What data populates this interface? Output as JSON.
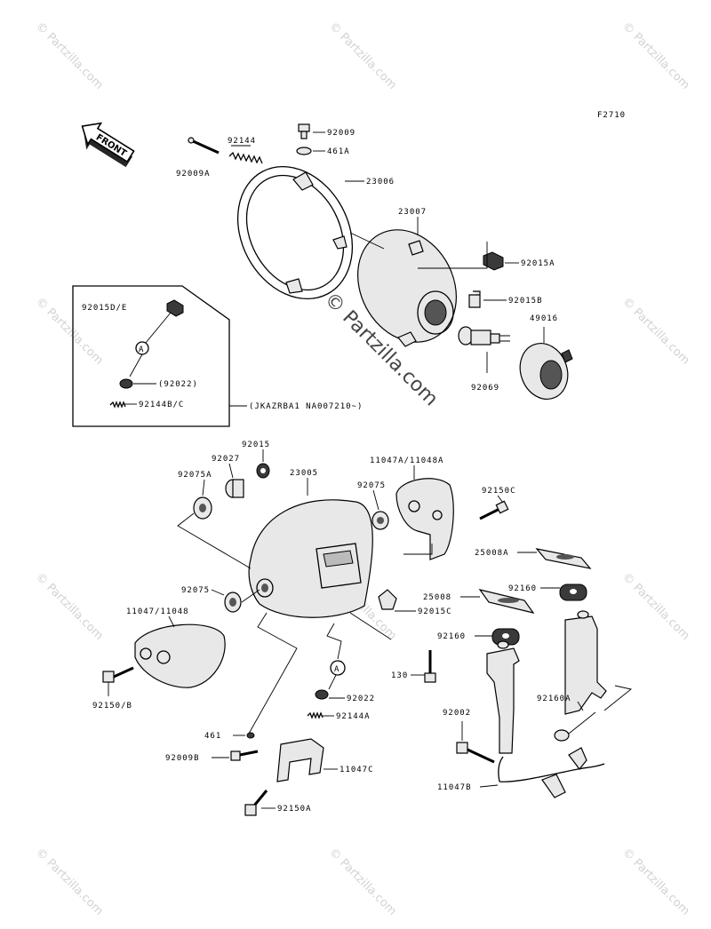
{
  "figure_code": "F2710",
  "front_label": "FRONT",
  "center_watermark": "© Partzilla.com",
  "tile_watermark": "© Partzilla.com",
  "serial_note": "(JKAZRBA1 NA007210~)",
  "callout_letter": "A",
  "labels": {
    "p92009": "92009",
    "p461a": "461A",
    "p92144": "92144",
    "p92009a": "92009A",
    "p23006": "23006",
    "p23007": "23007",
    "p92015a": "92015A",
    "p92015b": "92015B",
    "p49016": "49016",
    "p92069": "92069",
    "p92015de": "92015D/E",
    "p92022_paren": "(92022)",
    "p92144bc": "92144B/C",
    "p92015": "92015",
    "p92027": "92027",
    "p92075a": "92075A",
    "p23005": "23005",
    "p1104711048a": "11047A/11048A",
    "p92150c": "92150C",
    "p92075_top": "92075",
    "p25008a": "25008A",
    "p92075_left": "92075",
    "p25008": "25008",
    "p92160": "92160",
    "p1104711048": "11047/11048",
    "p92015c": "92015C",
    "p92160_b": "92160",
    "p130": "130",
    "p92150b": "92150/B",
    "p92022": "92022",
    "p92160a": "92160A",
    "p92144a": "92144A",
    "p92002": "92002",
    "p461": "461",
    "p92009b": "92009B",
    "p11047c": "11047C",
    "p11047b": "11047B",
    "p92150a": "92150A"
  }
}
